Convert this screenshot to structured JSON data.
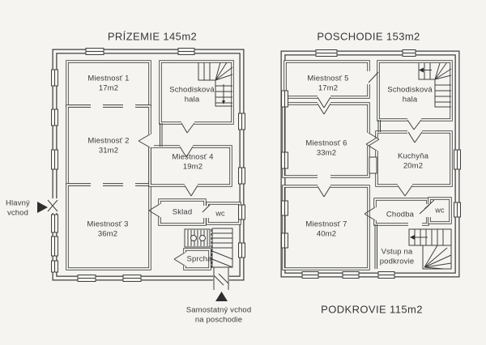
{
  "colors": {
    "background": "#f5f4f1",
    "line": "#3f3f3f",
    "text": "#3a3a3a",
    "arrow": "#2e2e2e"
  },
  "prizemie": {
    "title": "PRÍZEMIE 145m2",
    "room1_name": "Miestnosť 1",
    "room1_area": "17m2",
    "hala_line1": "Schodisková",
    "hala_line2": "hala",
    "room2_name": "Miestnosť 2",
    "room2_area": "31m2",
    "room4_name": "Miestnosť 4",
    "room4_area": "19m2",
    "room3_name": "Miestnosť 3",
    "room3_area": "36m2",
    "sklad_label": "Sklad",
    "wc_label": "wc",
    "sprcha_label": "Sprcha"
  },
  "poschodie": {
    "title": "POSCHODIE 153m2",
    "room5_name": "Miestnosť 5",
    "room5_area": "17m2",
    "hala_line1": "Schodisková",
    "hala_line2": "hala",
    "room6_name": "Miestnosť 6",
    "room6_area": "33m2",
    "kuchyna_name": "Kuchyňa",
    "kuchyna_area": "20m2",
    "room7_name": "Miestnosť 7",
    "room7_area": "40m2",
    "chodba_label": "Chodba",
    "wc_label": "wc",
    "vstup_line1": "Vstup na",
    "vstup_line2": "podkrovie"
  },
  "annotations": {
    "main_entrance_line1": "Hlavný",
    "main_entrance_line2": "vchod",
    "separate_entrance_line1": "Samostatný vchod",
    "separate_entrance_line2": "na poschodie",
    "attic_title": "PODKROVIE 115m2"
  }
}
